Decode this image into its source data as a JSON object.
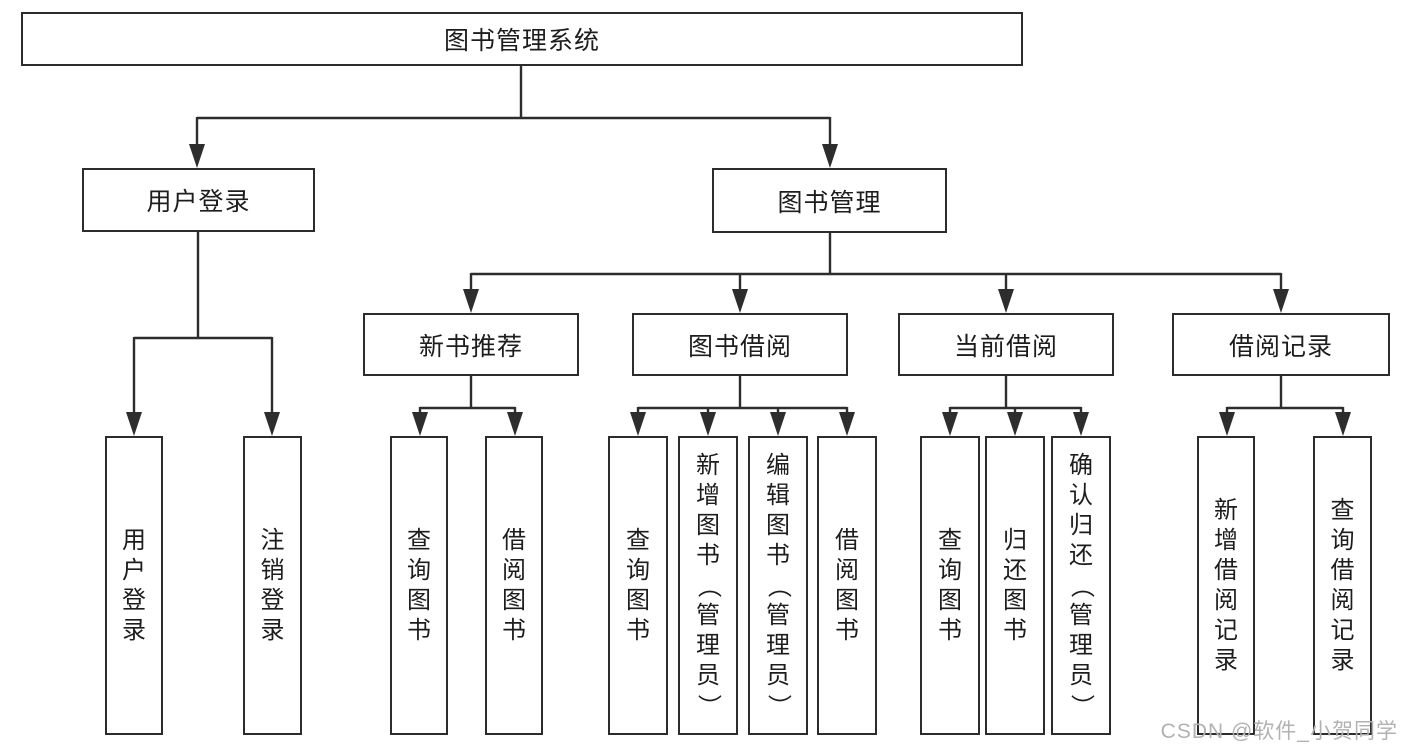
{
  "diagram": {
    "root": "图书管理系统",
    "branches": [
      {
        "label": "用户登录",
        "children": [
          "用户登录",
          "注销登录"
        ]
      },
      {
        "label": "图书管理",
        "groups": [
          {
            "label": "新书推荐",
            "children": [
              "查询图书",
              "借阅图书"
            ]
          },
          {
            "label": "图书借阅",
            "children": [
              "查询图书",
              "新增图书（管理员）",
              "编辑图书（管理员）",
              "借阅图书"
            ]
          },
          {
            "label": "当前借阅",
            "children": [
              "查询图书",
              "归还图书",
              "确认归还（管理员）"
            ]
          },
          {
            "label": "借阅记录",
            "children": [
              "新增借阅记录",
              "查询借阅记录"
            ]
          }
        ]
      }
    ]
  },
  "watermark": "CSDN @软件_小贺同学",
  "colors": {
    "line": "#2d2d2d",
    "border": "#2c2c2c",
    "text": "#1d1d1d",
    "watermark_text": "#b2b2b2",
    "background": "#ffffff"
  }
}
